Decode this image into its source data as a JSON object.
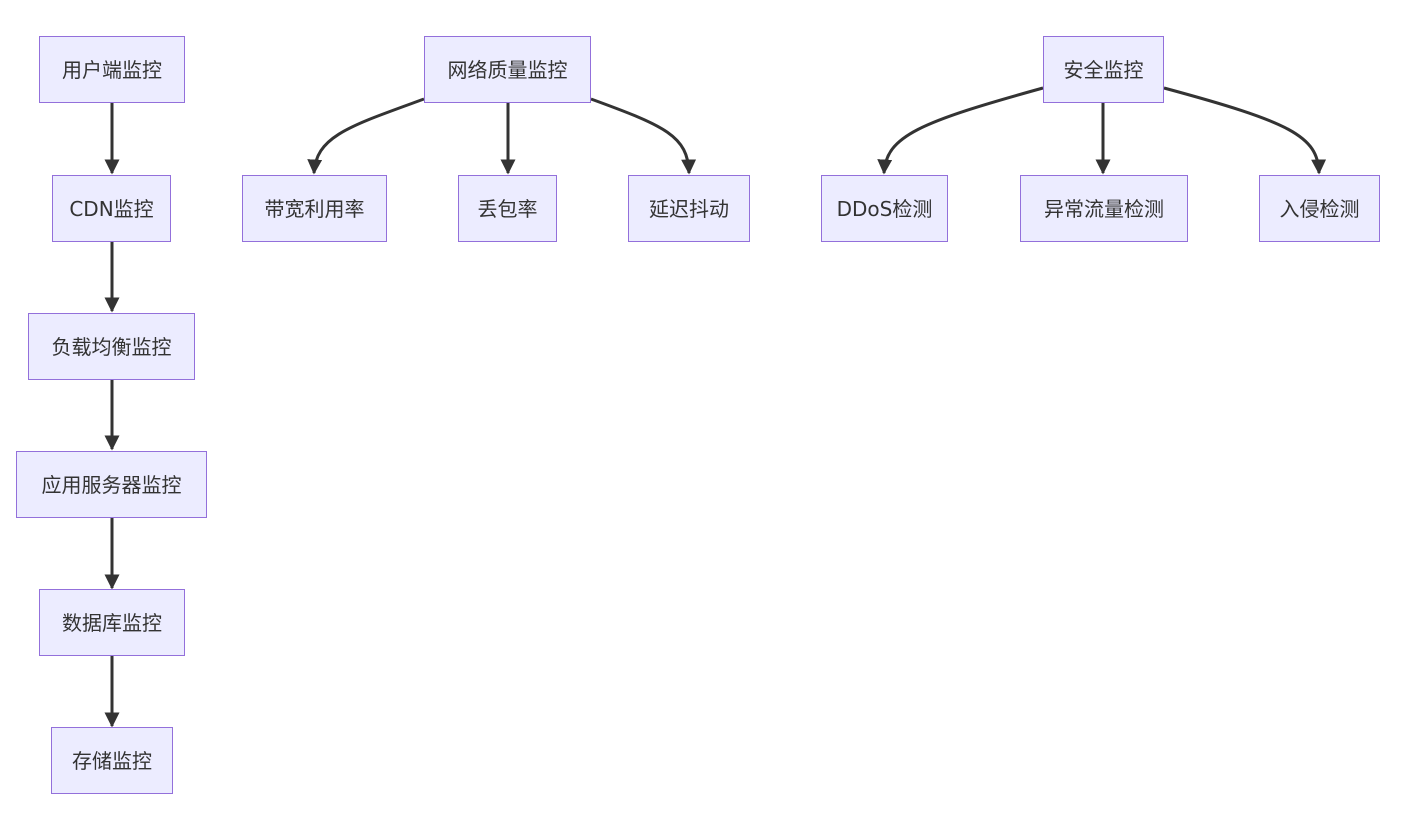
{
  "colors": {
    "node_fill": "#ececff",
    "node_border": "#9370db",
    "text": "#333333",
    "edge": "#333333"
  },
  "nodes": {
    "user_side": "用户端监控",
    "cdn": "CDN监控",
    "load_balance": "负载均衡监控",
    "app_server": "应用服务器监控",
    "database": "数据库监控",
    "storage": "存储监控",
    "network_quality": "网络质量监控",
    "bandwidth": "带宽利用率",
    "packet_loss": "丢包率",
    "latency_jitter": "延迟抖动",
    "security": "安全监控",
    "ddos": "DDoS检测",
    "abnormal_traffic": "异常流量检测",
    "intrusion": "入侵检测"
  },
  "edges": [
    [
      "user_side",
      "cdn"
    ],
    [
      "cdn",
      "load_balance"
    ],
    [
      "load_balance",
      "app_server"
    ],
    [
      "app_server",
      "database"
    ],
    [
      "database",
      "storage"
    ],
    [
      "network_quality",
      "bandwidth"
    ],
    [
      "network_quality",
      "packet_loss"
    ],
    [
      "network_quality",
      "latency_jitter"
    ],
    [
      "security",
      "ddos"
    ],
    [
      "security",
      "abnormal_traffic"
    ],
    [
      "security",
      "intrusion"
    ]
  ]
}
